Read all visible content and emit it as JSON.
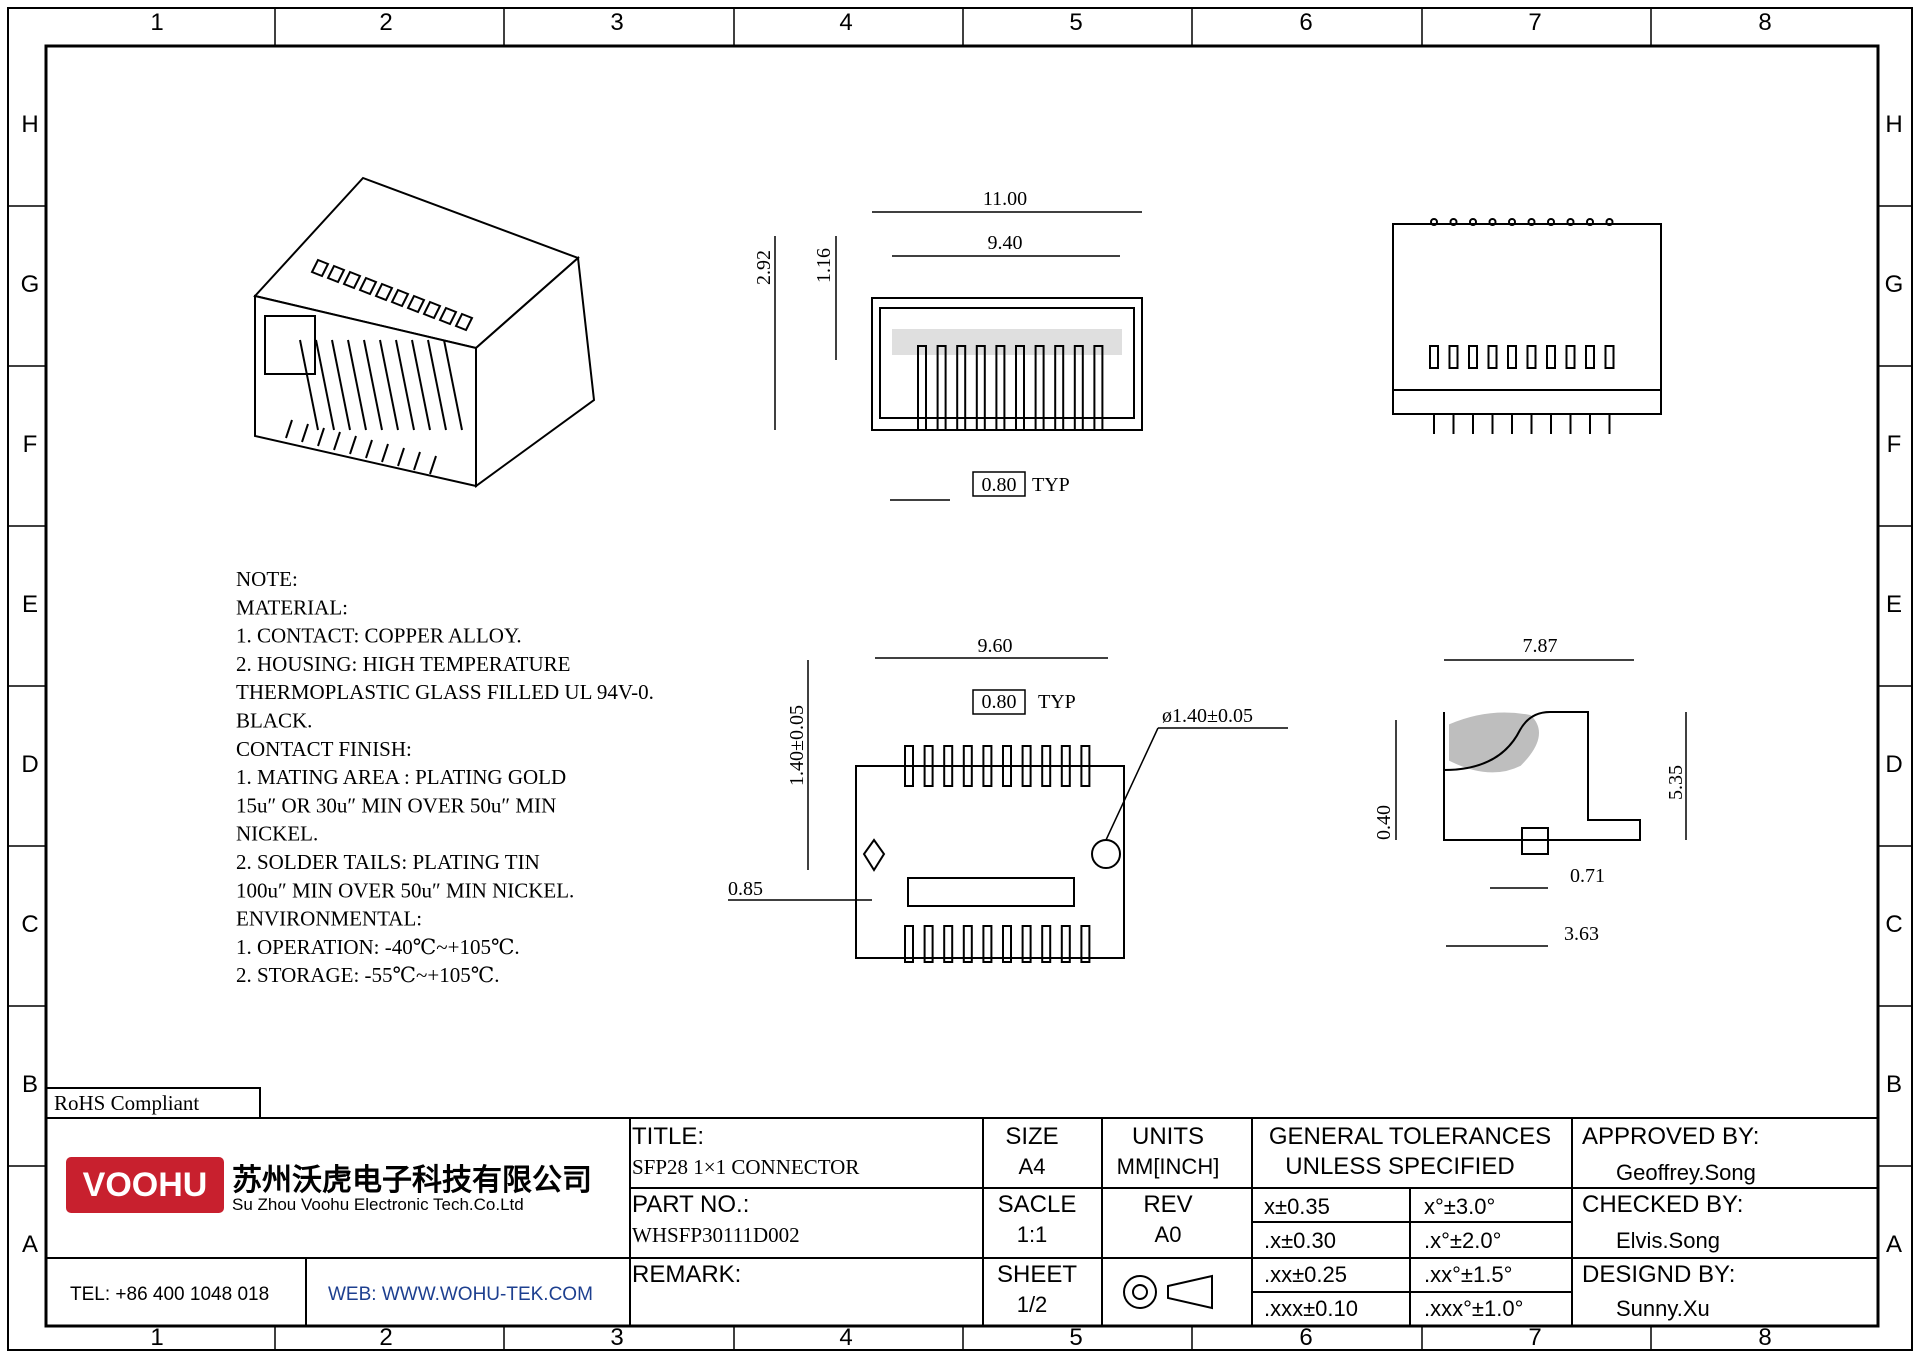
{
  "grid": {
    "columns": [
      "1",
      "2",
      "3",
      "4",
      "5",
      "6",
      "7",
      "8"
    ],
    "rows": [
      "H",
      "G",
      "F",
      "E",
      "D",
      "C",
      "B",
      "A"
    ]
  },
  "views": {
    "top_width": "11.00",
    "top_inner_width": "9.40",
    "top_height": "2.92",
    "top_offset": "1.16",
    "top_pitch_box": "0.80",
    "top_pitch_suffix": "TYP",
    "bottom_width": "9.60",
    "bottom_pitch_box": "0.80",
    "bottom_pitch_suffix": "TYP",
    "bottom_hole": "ø1.40±0.05",
    "bottom_vertical": "1.40±0.05",
    "bottom_left": "0.85",
    "side_width": "7.87",
    "side_height": "5.35",
    "side_small": "0.40",
    "side_071": "0.71",
    "side_363": "3.63"
  },
  "notes": [
    "NOTE:",
    "MATERIAL:",
    "     1. CONTACT: COPPER ALLOY.",
    "     2. HOUSING: HIGH TEMPERATURE",
    "THERMOPLASTIC GLASS FILLED UL 94V-0.",
    "BLACK.",
    "CONTACT FINISH:",
    "     1. MATING AREA : PLATING GOLD",
    "15u″ OR 30u″ MIN OVER 50u″ MIN",
    "NICKEL.",
    "     2. SOLDER TAILS: PLATING TIN",
    "100u″ MIN OVER 50u″ MIN NICKEL.",
    "ENVIRONMENTAL:",
    "     1. OPERATION: -40℃~+105℃.",
    "     2. STORAGE: -55℃~+105℃."
  ],
  "title_block": {
    "rohs": "RoHS Compliant",
    "logo": "VOOHU",
    "company_cn": "苏州沃虎电子科技有限公司",
    "company_en": "Su Zhou Voohu Electronic Tech.Co.Ltd",
    "tel": "TEL: +86 400 1048 018",
    "web": "WEB: WWW.WOHU-TEK.COM",
    "title_label": "TITLE:",
    "title_value": "SFP28 1×1 CONNECTOR",
    "part_label": "PART NO.:",
    "part_value": "WHSFP30111D002",
    "remark_label": "REMARK:",
    "size_label": "SIZE",
    "size_value": "A4",
    "units_label": "UNITS",
    "units_value": "MM[INCH]",
    "scale_label": "SACLE",
    "scale_value": "1:1",
    "rev_label": "REV",
    "rev_value": "A0",
    "sheet_label": "SHEET",
    "sheet_value": "1/2",
    "tol_title1": "GENERAL TOLERANCES",
    "tol_title2": "UNLESS SPECIFIED",
    "tol": [
      "x±0.35",
      "x°±3.0°",
      ".x±0.30",
      ".x°±2.0°",
      ".xx±0.25",
      ".xx°±1.5°",
      ".xxx±0.10",
      ".xxx°±1.0°"
    ],
    "approved_label": "APPROVED BY:",
    "approved_value": "Geoffrey.Song",
    "checked_label": "CHECKED BY:",
    "checked_value": "Elvis.Song",
    "designed_label": "DESIGND BY:",
    "designed_value": "Sunny.Xu"
  }
}
